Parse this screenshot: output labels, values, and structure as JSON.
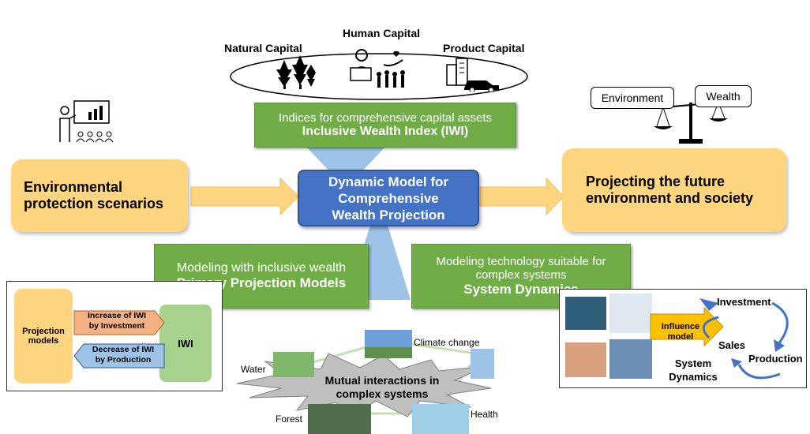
{
  "capitals": {
    "natural": "Natural Capital",
    "human": "Human Capital",
    "product": "Product Capital"
  },
  "balance": {
    "left": "Environment",
    "right": "Wealth"
  },
  "iwi_box": {
    "line1": "Indices for comprehensive capital assets",
    "line2": "Inclusive Wealth Index (IWI)"
  },
  "left_scenario": {
    "line1": "Environmental",
    "line2": "protection scenarios"
  },
  "center_model": {
    "line1": "Dynamic Model for",
    "line2": "Comprehensive",
    "line3": "Wealth Projection"
  },
  "right_projection": {
    "line1": "Projecting the future",
    "line2": "environment and society"
  },
  "primary_box": {
    "line1": "Modeling with inclusive wealth",
    "line2": "Primary Projection Models"
  },
  "sd_box": {
    "line1": "Modeling technology suitable for",
    "line2": "complex systems",
    "line3": "System Dynamics"
  },
  "left_panel": {
    "projection": "Projection models",
    "increase_line1": "Increase of IWI",
    "increase_line2": "by Investment",
    "decrease_line1": "Decrease of IWI",
    "decrease_line2": "by Production",
    "iwi": "IWI"
  },
  "center_bottom": {
    "climate": "Climate change",
    "water": "Water",
    "forest": "Forest",
    "health": "Health",
    "star_line1": "Mutual interactions in",
    "star_line2": "complex systems"
  },
  "right_panel": {
    "investment": "Investment",
    "sales": "Sales",
    "production": "Production",
    "influence_line1": "Influence",
    "influence_line2": "model",
    "sd_line1": "System",
    "sd_line2": "Dynamics"
  },
  "colors": {
    "green": "#70ad47",
    "blue": "#4472c4",
    "orange": "#ffd580",
    "light_blue": "#9dc3e6"
  }
}
